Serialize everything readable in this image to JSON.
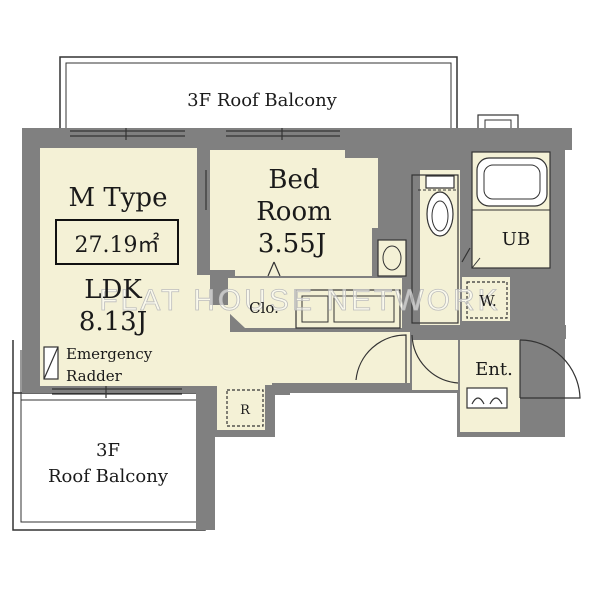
{
  "top_balcony": "3F Roof Balcony",
  "left_balcony_line1": "3F",
  "left_balcony_line2": "Roof Balcony",
  "unit_type": "M Type",
  "unit_area": "27.19㎡",
  "ldk_label": "LDK",
  "ldk_size": "8.13J",
  "bedroom_line1": "Bed",
  "bedroom_line2": "Room",
  "bedroom_size": "3.55J",
  "closet": "Clo.",
  "unit_bath": "UB",
  "washer": "W.",
  "entrance": "Ent.",
  "refrigerator": "R",
  "emergency_line1": "Emergency",
  "emergency_line2": "Radder",
  "watermark": "FLAT HOUSE NETWORK",
  "colors": {
    "wall": "#808080",
    "floor": "#f4f1d6",
    "balcony": "#ffffff",
    "line": "#333333"
  }
}
